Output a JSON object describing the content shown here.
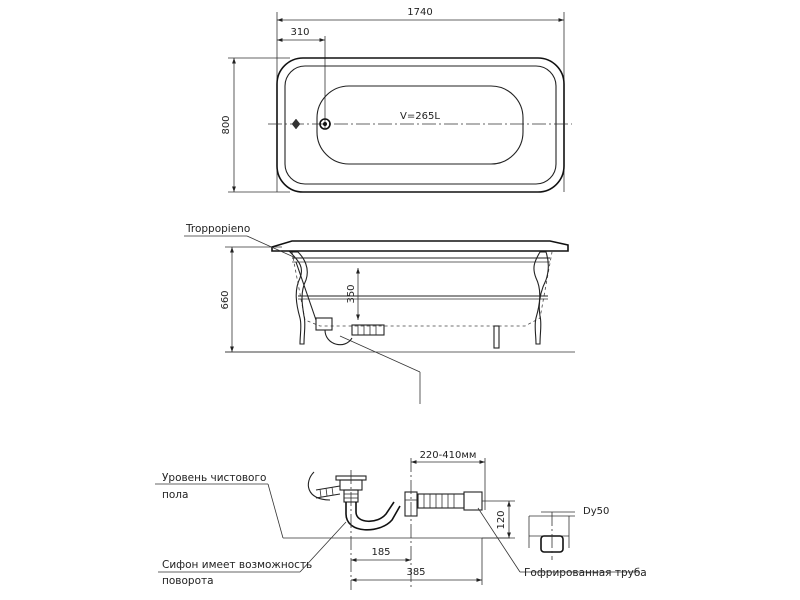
{
  "top_view": {
    "length_label": "1740",
    "offset_label": "310",
    "width_label": "800",
    "volume_label": "V=265L"
  },
  "side_view": {
    "overflow_label": "Troppopieno",
    "height_label": "660",
    "drain_height_label": "350"
  },
  "detail": {
    "floor_level_label_line1": "Уровень чистового",
    "floor_level_label_line2": "пола",
    "siphon_label_line1": "Сифон имеет возможность",
    "siphon_label_line2": "поворота",
    "pipe_label": "Гофрированная труба",
    "range_label": "220-410мм",
    "dim_185": "185",
    "dim_385": "385",
    "dim_120": "120",
    "dn_label": "Dy50"
  }
}
